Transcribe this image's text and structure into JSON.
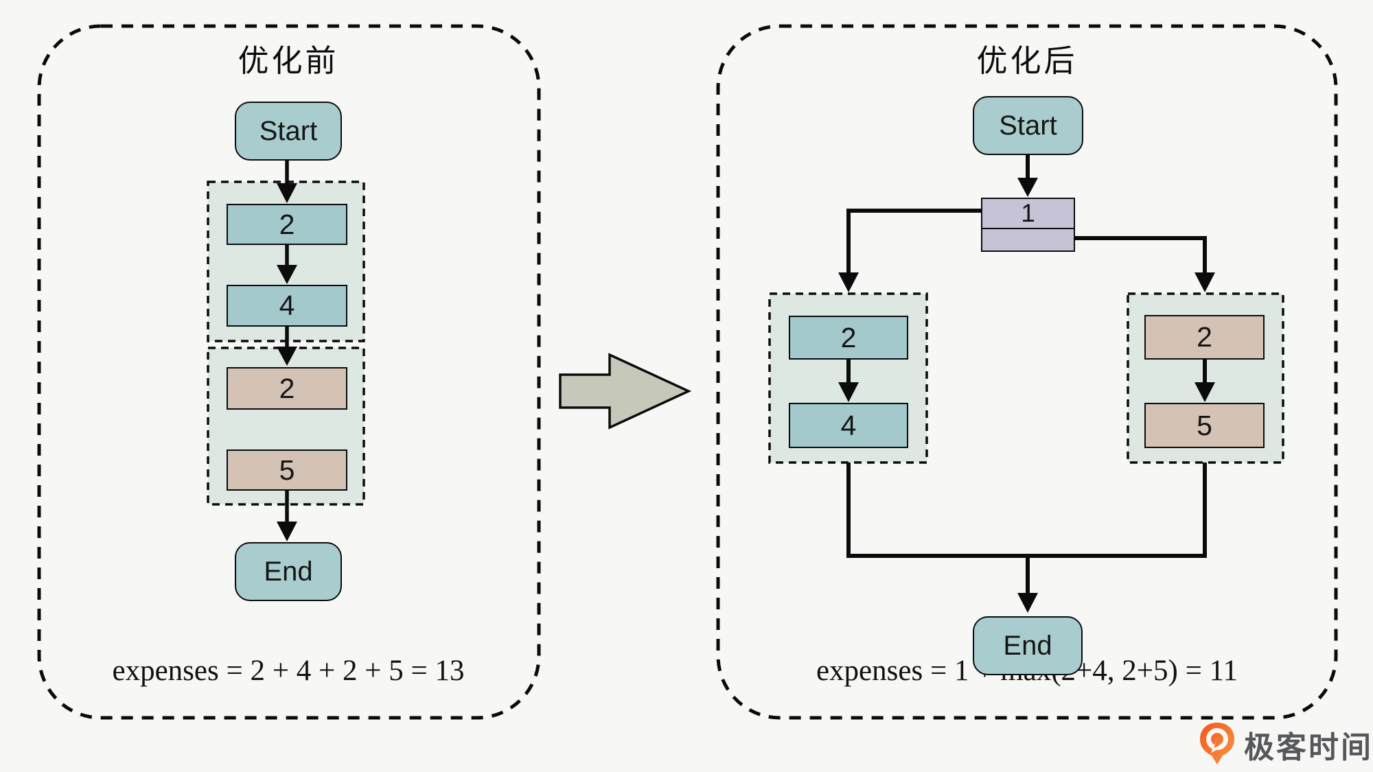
{
  "before": {
    "title": "优化前",
    "start": "Start",
    "step1": "2",
    "step2": "4",
    "step3": "2",
    "step4": "5",
    "end": "End",
    "formula": "expenses = 2 + 4 + 2 + 5 = 13"
  },
  "after": {
    "title": "优化后",
    "start": "Start",
    "fork": "1",
    "left_step1": "2",
    "left_step2": "4",
    "right_step1": "2",
    "right_step2": "5",
    "end": "End",
    "formula": "expenses = 1 + max(2+4, 2+5) = 11"
  },
  "branding": {
    "name": "极客时间"
  },
  "colors": {
    "background": "#f7f8f6",
    "line": "#0b0b0b",
    "teal_rounded_node": "#a9cdcf",
    "teal_step_node": "#a3c9cc",
    "tan_step_node": "#d4c2b4",
    "fork_node": "#c6c3d7",
    "group_background": "#dee8e3",
    "transform_arrow": "#c6c8ba",
    "logo_orange": "#f5722c",
    "logo_text": "#56575b"
  }
}
